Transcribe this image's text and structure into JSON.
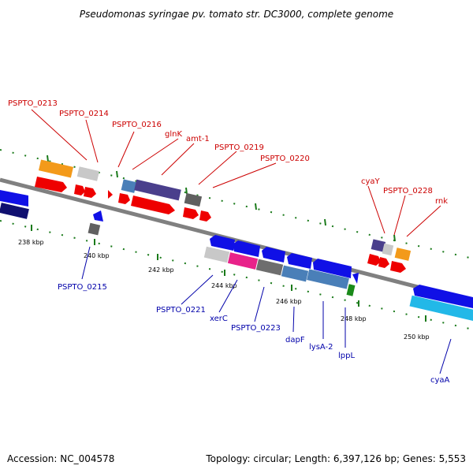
{
  "title": "Pseudomonas syringae pv. tomato str. DC3000, complete genome",
  "footer": {
    "accession": "Accession: NC_004578",
    "topology": "Topology: circular; Length: 6,397,126 bp; Genes: 5,553"
  },
  "colors": {
    "forward_label": "#cc0000",
    "reverse_label": "#0000aa",
    "backbone": "#808080",
    "tick": "#1a7a1a"
  },
  "kbp_ticks": [
    {
      "text": "238 kbp"
    },
    {
      "text": "240 kbp"
    },
    {
      "text": "242 kbp"
    },
    {
      "text": "244 kbp"
    },
    {
      "text": "246 kbp"
    },
    {
      "text": "248 kbp"
    },
    {
      "text": "250 kbp"
    }
  ],
  "forward_labels": [
    {
      "text": "PSPTO_0213"
    },
    {
      "text": "PSPTO_0214"
    },
    {
      "text": "PSPTO_0216"
    },
    {
      "text": "glnK"
    },
    {
      "text": "amt-1"
    },
    {
      "text": "PSPTO_0219"
    },
    {
      "text": "PSPTO_0220"
    },
    {
      "text": "cyaY"
    },
    {
      "text": "PSPTO_0228"
    },
    {
      "text": "rnk"
    }
  ],
  "reverse_labels": [
    {
      "text": "PSPTO_0215"
    },
    {
      "text": "PSPTO_0221"
    },
    {
      "text": "xerC"
    },
    {
      "text": "PSPTO_0223"
    },
    {
      "text": "dapF"
    },
    {
      "text": "lysA-2"
    },
    {
      "text": "lppL"
    },
    {
      "text": "cyaA"
    }
  ]
}
